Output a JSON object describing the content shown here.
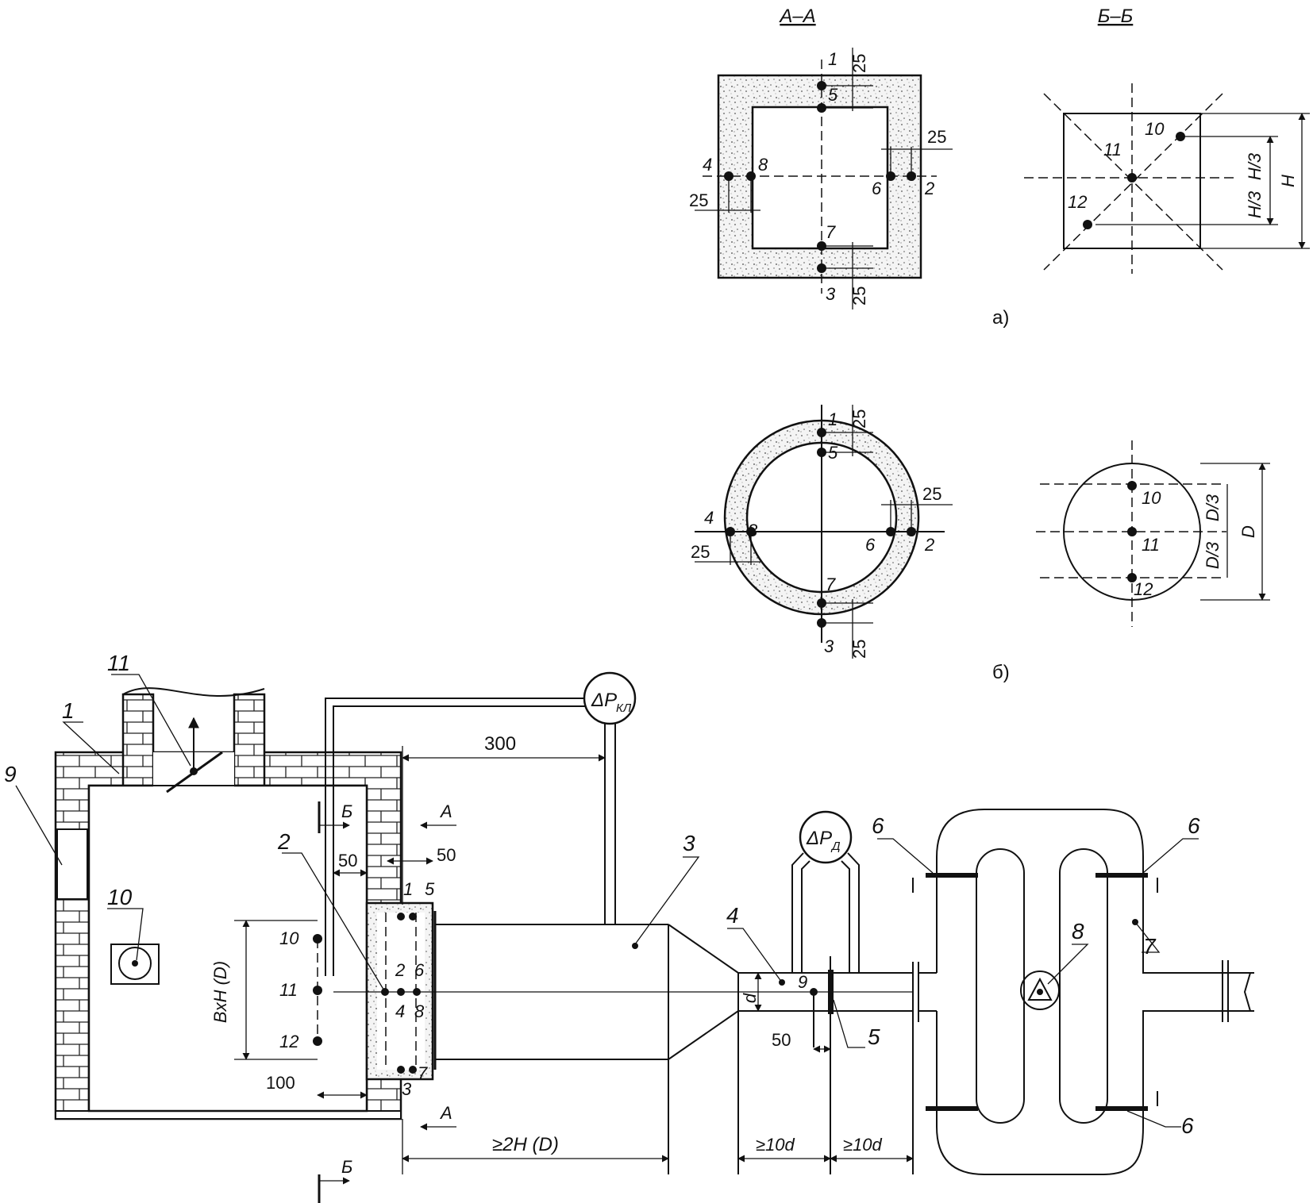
{
  "sections": {
    "aa": "А–А",
    "bb": "Б–Б",
    "label_a": "а)",
    "label_b": "б)"
  },
  "points": [
    "1",
    "2",
    "3",
    "4",
    "5",
    "6",
    "7",
    "8",
    "9",
    "10",
    "11",
    "12"
  ],
  "dims": {
    "d25": "25",
    "h": "H",
    "h3": "H/3",
    "d": "D",
    "d3": "D/3",
    "d300": "300",
    "d50": "50",
    "d100": "100",
    "bxh": "BxH (D)",
    "ge2h": "≥2H (D)",
    "ge10d": "≥10d",
    "small_d": "d"
  },
  "gauges": {
    "pkl": "ΔP",
    "pkl_sub": "КЛ",
    "pd": "ΔP",
    "pd_sub": "Д"
  },
  "section_marks": {
    "a": "А",
    "b": "Б"
  },
  "callouts": [
    "1",
    "2",
    "3",
    "4",
    "5",
    "6",
    "7",
    "8",
    "9",
    "10",
    "11"
  ]
}
